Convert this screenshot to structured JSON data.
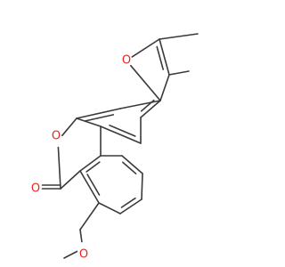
{
  "molecule": {
    "atoms": [
      {
        "id": "O1",
        "symbol": "O",
        "color": "#e8271f"
      },
      {
        "id": "O2",
        "symbol": "O",
        "color": "#e8271f"
      },
      {
        "id": "O3",
        "symbol": "O",
        "color": "#e8271f"
      },
      {
        "id": "O4",
        "symbol": "O",
        "color": "#e8271f"
      }
    ],
    "bond_color": "#3a3a3a",
    "background": "#ffffff"
  }
}
